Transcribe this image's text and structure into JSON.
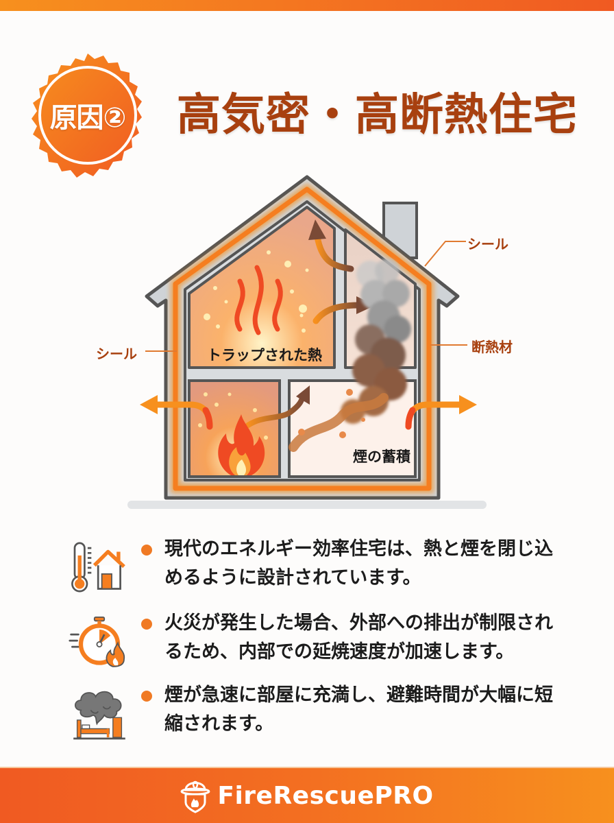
{
  "header": {
    "badge_label": "原因②",
    "title": "高気密・高断熱住宅"
  },
  "diagram": {
    "callouts": {
      "seal_left": "シール",
      "seal_right": "シール",
      "insulation": "断熱材"
    },
    "room_labels": {
      "trapped_heat": "トラップされた熱",
      "smoke_accumulation": "煙の蓄積"
    }
  },
  "bullets": [
    {
      "icon": "thermometer-house-icon",
      "text": "現代のエネルギー効率住宅は、熱と煙を閉じ込めるように設計されています。"
    },
    {
      "icon": "stopwatch-fire-icon",
      "text": "火災が発生した場合、外部への排出が制限されるため、内部での延焼速度が加速します。"
    },
    {
      "icon": "smoke-bedroom-icon",
      "text": "煙が急速に部屋に充満し、避難時間が大幅に短縮されます。"
    }
  ],
  "footer": {
    "brand": "FireRescuePRO",
    "logo_icon": "firefighter-helmet-icon"
  },
  "colors": {
    "accent_orange": "#f36f21",
    "light_orange": "#f7901e",
    "title_brown": "#a8400f",
    "wall_gray": "#5a5a5a",
    "smoke_gray": "#6e6e6e"
  }
}
